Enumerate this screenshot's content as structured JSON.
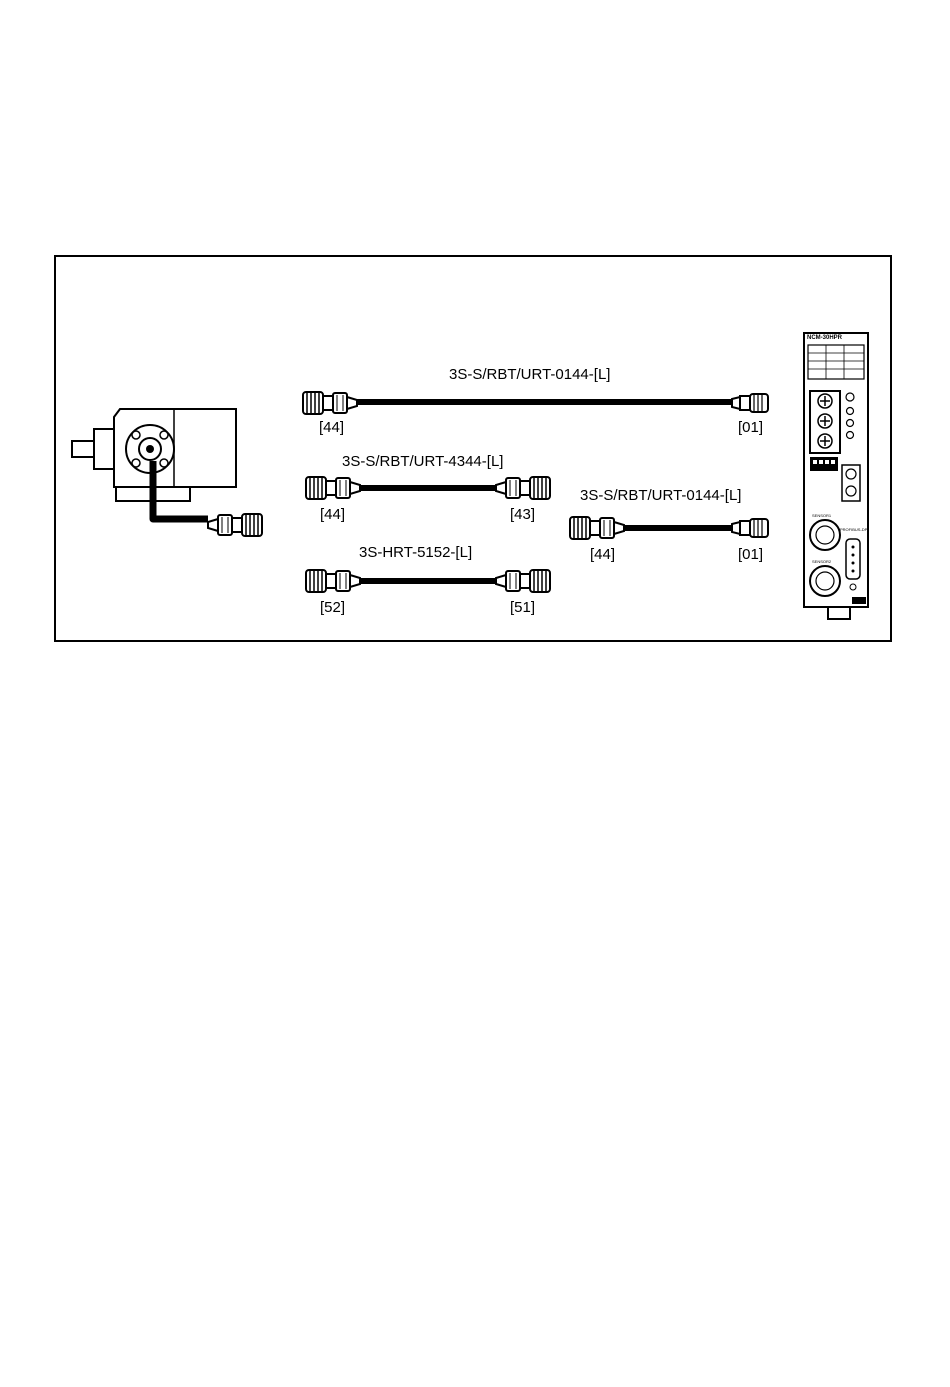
{
  "cables": [
    {
      "part_number": "3S-S/RBT/URT-0144-[L]",
      "left_end": "[44]",
      "right_end": "[01]"
    },
    {
      "part_number": "3S-S/RBT/URT-4344-[L]",
      "left_end": "[44]",
      "right_end": "[43]"
    },
    {
      "part_number": "3S-S/RBT/URT-0144-[L]",
      "left_end": "[44]",
      "right_end": "[01]"
    },
    {
      "part_number": "3S-HRT-5152-[L]",
      "left_end": "[52]",
      "right_end": "[51]"
    }
  ],
  "controller": {
    "model": "NCM-30HPR",
    "port_labels": [
      "SENSOR1",
      "SENSOR2",
      "PROFIBUS-DP"
    ]
  }
}
